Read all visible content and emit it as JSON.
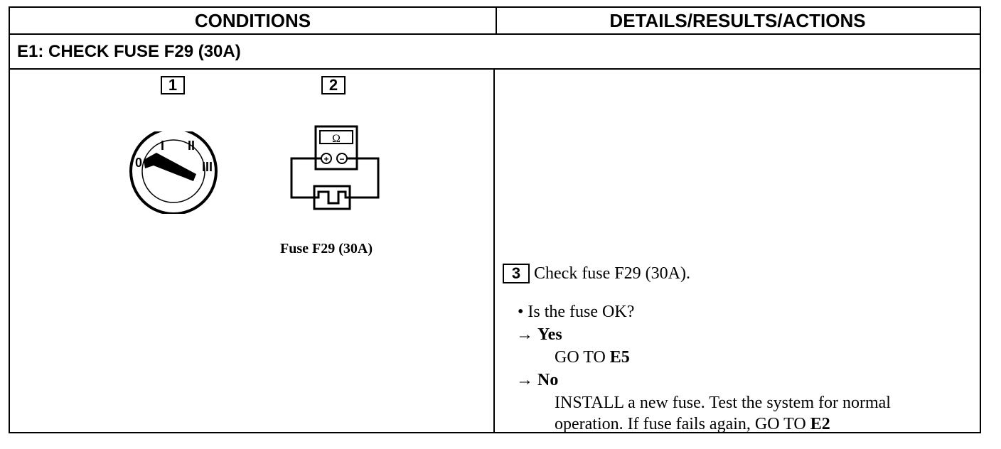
{
  "header": {
    "conditions": "CONDITIONS",
    "details": "DETAILS/RESULTS/ACTIONS"
  },
  "step_title": "E1: CHECK FUSE F29 (30A)",
  "illustrations": {
    "box1": "1",
    "box2": "2",
    "ignition_positions": [
      "0",
      "I",
      "II",
      "III"
    ],
    "meter_symbol": "Ω",
    "meter_plus": "+",
    "meter_minus": "−",
    "caption": "Fuse F29 (30A)"
  },
  "actions": {
    "step_number": "3",
    "step_text": "Check fuse F29 (30A).",
    "question": "• Is the fuse OK?",
    "yes_arrow": "→",
    "yes_label": "Yes",
    "yes_prefix": "GO TO ",
    "yes_target": "E5",
    "no_arrow": "→",
    "no_label": "No",
    "no_line1": "INSTALL a new fuse. Test the system for normal",
    "no_line2_prefix": "operation. If fuse fails again, GO TO ",
    "no_target": "E2"
  }
}
